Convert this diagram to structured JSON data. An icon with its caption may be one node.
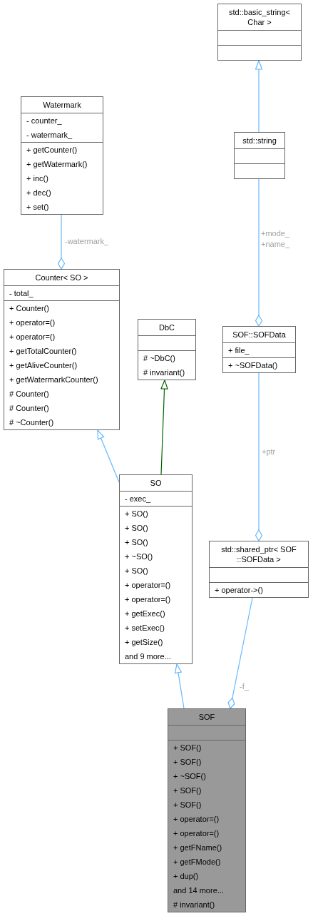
{
  "diagram": {
    "nodes": [
      {
        "text": [
          "std::basic_string< Char >"
        ]
      },
      {
        "text": [],
        "shape": "box",
        "in": 0
      },
      {
        "text": [],
        "shape": "box",
        "in": 0
      },
      {
        "text": [
          "Watermark"
        ]
      },
      {
        "text": [
          "- counter_",
          "- watermark_"
        ],
        "in": 3
      },
      {
        "text": [
          "+ getCounter()",
          "+ getWatermark()",
          "+ inc()",
          "+ dec()",
          "+ set()"
        ],
        "in": 3
      },
      {
        "text": [
          "std::string"
        ]
      },
      {
        "text": [],
        "shape": "box",
        "in": 6
      },
      {
        "text": [],
        "shape": "box",
        "in": 6
      },
      {
        "text": [
          "Counter< SO >"
        ]
      },
      {
        "text": [
          "- total_"
        ],
        "in": 9
      },
      {
        "text": [
          "+ Counter()",
          "+ operator=()",
          "+ operator=()",
          "+ getTotalCounter()",
          "+ getAliveCounter()",
          "+ getWatermarkCounter()",
          "# Counter()",
          "# Counter()",
          "# ~Counter()"
        ],
        "in": 9
      },
      {
        "text": [
          "DbC"
        ]
      },
      {
        "text": [],
        "shape": "box",
        "in": 12
      },
      {
        "text": [
          "# ~DbC()",
          "# invariant()"
        ],
        "in": 12
      },
      {
        "text": [
          "SOF::SOFData"
        ]
      },
      {
        "text": [
          "+ file_"
        ],
        "in": 15
      },
      {
        "text": [
          "+ ~SOFData()"
        ],
        "in": 15
      },
      {
        "text": [
          "SO"
        ]
      },
      {
        "text": [
          "- exec_"
        ],
        "in": 18
      },
      {
        "text": [
          "+ SO()",
          "+ SO()",
          "+ SO()",
          "+ ~SO()",
          "+ SO()",
          "+ operator=()",
          "+ operator=()",
          "+ getExec()",
          "+ setExec()",
          "+ getSize()",
          "and 9 more..."
        ],
        "in": 18
      },
      {
        "text": [
          "std::shared_ptr< SOF ::SOFData >"
        ]
      },
      {
        "text": [],
        "shape": "box",
        "in": 21
      },
      {
        "text": [
          "+ operator->()"
        ],
        "in": 21
      },
      {
        "text": [
          "SOF"
        ]
      },
      {
        "text": [],
        "shape": "box",
        "in": 24
      },
      {
        "text": [
          "+ SOF()",
          "+ SOF()",
          "+ ~SOF()",
          "+ SOF()",
          "+ SOF()",
          "+ operator=()",
          "+ operator=()",
          "+ getFName()",
          "+ getFMode()",
          "+ dup()",
          "and 14 more...",
          "# invariant()"
        ],
        "in": 24
      }
    ],
    "edges": [
      {
        "from": 6,
        "to": 0,
        "arrow": "to"
      },
      {
        "from": 3,
        "to": 9,
        "arrow": "other",
        "label": "-watermark_"
      },
      {
        "from": 6,
        "to": 15,
        "arrow": "other",
        "label": "+mode_ +name_"
      },
      {
        "from": 18,
        "to": 9,
        "arrow": "to"
      },
      {
        "from": 18,
        "to": 12,
        "arrow": "to",
        "color": "#006400"
      },
      {
        "from": 15,
        "to": 21,
        "arrow": "other",
        "label": "+ptr"
      },
      {
        "from": 24,
        "to": 18,
        "arrow": "to"
      },
      {
        "from": 21,
        "to": 24,
        "arrow": "other",
        "label": "-f_"
      }
    ]
  }
}
